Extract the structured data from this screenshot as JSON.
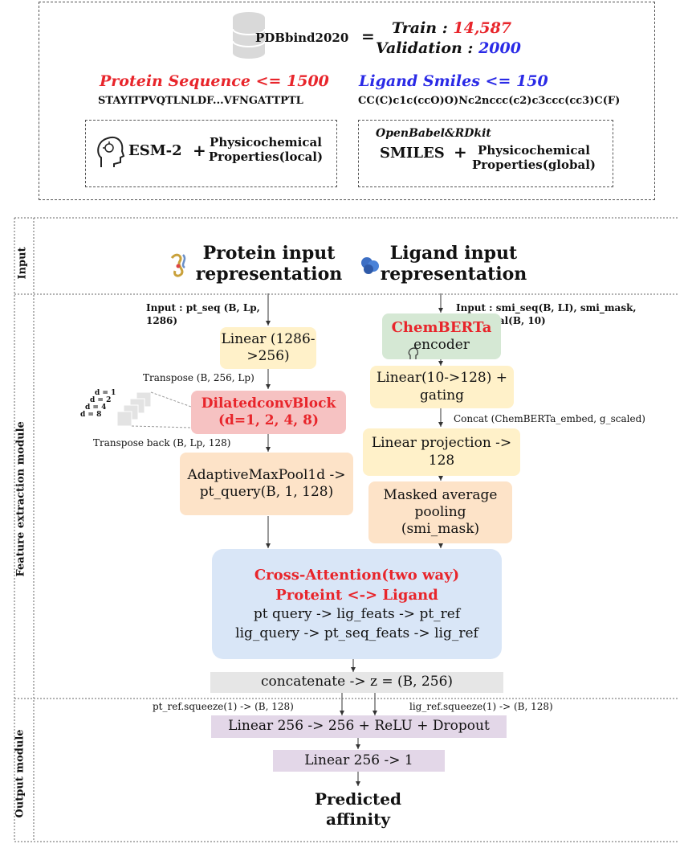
{
  "top": {
    "db_name": "PDBbind2020",
    "equals": "=",
    "train_label": "Train :",
    "train_value": "14,587",
    "val_label": "Validation :",
    "val_value": "2000",
    "protein_title": "Protein Sequence <= 1500",
    "protein_seq": "STAYITPVQTLNLDF...VFNGATTPTL",
    "ligand_title": "Ligand Smiles <= 150",
    "ligand_smiles": "CC(C)c1c(ccO)O)Nc2nccc(c2)c3ccc(cc3)C(F)",
    "esm_label": "ESM-2",
    "plus": "+",
    "prot_props": "Physicochemical Properties(local)",
    "openbabel": "OpenBabel&RDkit",
    "smiles_label": "SMILES",
    "lig_props": "Physicochemical Properties(global)"
  },
  "sections": {
    "input": "Input",
    "feature": "Feature extraction module",
    "output": "Output module"
  },
  "headers": {
    "protein": "Protein input representation",
    "ligand": "Ligand input representation"
  },
  "protein_branch": {
    "input_note": "Input : pt_seq (B, Lp, 1286)",
    "linear": "Linear (1286->256)",
    "transpose": "Transpose (B, 256, Lp)",
    "dilated_title": "DilatedconvBlock",
    "dilated_sub": "(d=1, 2, 4, 8)",
    "d_labels": [
      "d = 1",
      "d = 2",
      "d = 4",
      "d = 8"
    ],
    "transpose_back": "Transpose back (B, Lp, 128)",
    "pool": "AdaptiveMaxPool1d -> pt_query(B, 1, 128)"
  },
  "ligand_branch": {
    "input_note": "Input : smi_seq(B, LI), smi_mask, lig_global(B, 10)",
    "chemberta": "ChemBERTa",
    "encoder": "encoder",
    "gating": "Linear(10->128) + gating",
    "concat_note": "Concat (ChemBERTa_embed, g_scaled)",
    "projection": "Linear projection -> 128",
    "masked": "Masked average pooling (smi_mask)"
  },
  "cross": {
    "title1": "Cross-Attention(two way)",
    "title2": "Proteint <-> Ligand",
    "line1": "pt query -> lig_feats -> pt_ref",
    "line2": "lig_query -> pt_seq_feats -> lig_ref"
  },
  "output": {
    "concat": "concatenate -> z = (B, 256)",
    "pt_squeeze": "pt_ref.squeeze(1) -> (B, 128)",
    "lig_squeeze": "lig_ref.squeeze(1) -> (B, 128)",
    "linear1": "Linear 256 -> 256 + ReLU + Dropout",
    "linear2": "Linear 256 -> 1",
    "predicted": "Predicted affinity"
  },
  "colors": {
    "red": "#e8252b",
    "blue": "#2a2ae6",
    "peach": "#fde3c8",
    "yellow": "#fff1c9",
    "green": "#d5e8d4",
    "pink": "#f6c2c2",
    "lightblue": "#d9e6f7",
    "grey": "#e6e6e6",
    "lavender": "#e3d7e8"
  }
}
